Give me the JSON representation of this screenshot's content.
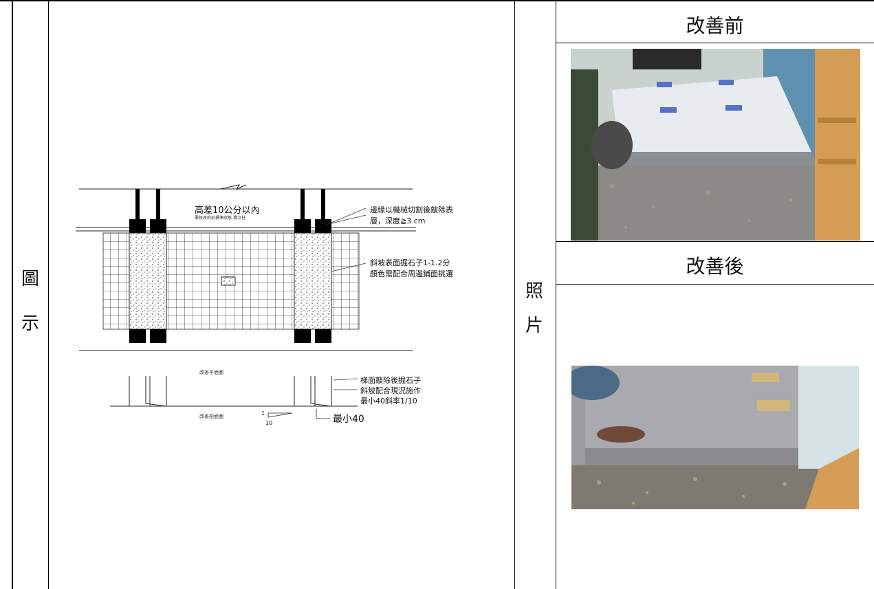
{
  "table": {
    "left_label_chars": [
      "圖",
      "示"
    ],
    "middle_label_chars": [
      "照",
      "片"
    ],
    "header_before": "改善前",
    "header_after": "改善後"
  },
  "drawing": {
    "height_note": "高差10公分以內",
    "height_subnote": "需修改的前標準狀態-獨立柱",
    "edge_note_1": "邊緣以機械切割後敲除表",
    "edge_note_2": "層，深度≧3 cm",
    "slope_note_1": "斜坡表面掘石子1-1.2分",
    "slope_note_2": "顏色需配合周邊鋪面挑選",
    "plan_caption": "改善平面圖",
    "section_caption": "改善剖面圖",
    "section_note_1": "梯面敲除後掘石子",
    "section_note_2": "斜坡配合現況施作",
    "section_note_3": "最小40斜率1/10",
    "ratio_top": "1",
    "ratio_bottom": "10",
    "min_label": "最小40"
  }
}
